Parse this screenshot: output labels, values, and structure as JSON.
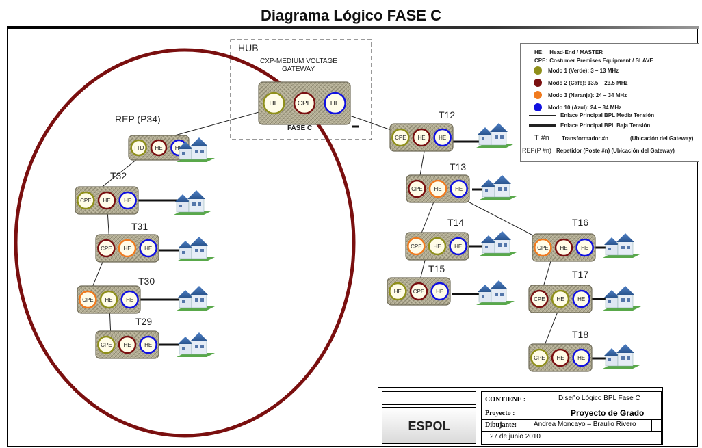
{
  "title": "Diagrama Lógico FASE C",
  "hub": {
    "label": "HUB",
    "device_caption_line1": "CXP-MEDIUM VOLTAGE",
    "device_caption_line2": "GATEWAY",
    "phase_label": "FASE C"
  },
  "nodes": {
    "hub": [
      "HE",
      "CPE",
      "HE"
    ],
    "rep": {
      "label": "REP (P34)",
      "ports": [
        "TTD",
        "HE",
        "HE"
      ]
    },
    "t32": {
      "label": "T32",
      "ports": [
        "CPE",
        "HE",
        "HE"
      ]
    },
    "t31": {
      "label": "T31",
      "ports": [
        "CPE",
        "HE",
        "HE"
      ]
    },
    "t30": {
      "label": "T30",
      "ports": [
        "CPE",
        "HE",
        "HE"
      ]
    },
    "t29": {
      "label": "T29",
      "ports": [
        "CPE",
        "HE",
        "HE"
      ]
    },
    "t12": {
      "label": "T12",
      "ports": [
        "CPE",
        "HE",
        "HE"
      ]
    },
    "t13": {
      "label": "T13",
      "ports": [
        "CPE",
        "HE",
        "HE"
      ]
    },
    "t14": {
      "label": "T14",
      "ports": [
        "CPE",
        "HE",
        "HE"
      ]
    },
    "t15": {
      "label": "T15",
      "ports": [
        "HE",
        "CPE",
        "HE"
      ]
    },
    "t16": {
      "label": "T16",
      "ports": [
        "CPE",
        "HE",
        "HE"
      ]
    },
    "t17": {
      "label": "T17",
      "ports": [
        "CPE",
        "HE",
        "HE"
      ]
    },
    "t18": {
      "label": "T18",
      "ports": [
        "CPE",
        "HE",
        "HE"
      ]
    }
  },
  "legend": {
    "he_key": "HE:",
    "he_text": "Head-End / MASTER",
    "cpe_key": "CPE:",
    "cpe_text": "Costumer Premises Equipment /  SLAVE",
    "modes": [
      {
        "text": "Modo 1 (Verde): 3 – 13 MHz",
        "color": "#8f8f1a"
      },
      {
        "text": "Modo 2 (Café): 13.5 – 23.5 MHz",
        "color": "#7a1010"
      },
      {
        "text": "Modo 3 (Naranja): 24 – 34 MHz",
        "color": "#f07a1e"
      },
      {
        "text": "Modo 10 (Azul): 24 – 34 MHz",
        "color": "#1010e0"
      }
    ],
    "line_mv": "Enlace Principal BPL Media Tensión",
    "line_lv": "Enlace Principal BPL Baja Tensión",
    "t_key": "T #n",
    "t_text": "Transformador #n",
    "t_loc": "(Ubicación del Gateway)",
    "rep_key": "REP(P #n)",
    "rep_text": "Repetidor (Poste #n) (Ubicación del Gateway)"
  },
  "title_block": {
    "contiene_label": "CONTIENE  :",
    "contiene_value": "Diseño Lógico BPL Fase C",
    "proyecto_label": "Proyecto :",
    "proyecto_value": "Proyecto de Grado",
    "dibujante_label": "Dibujante:",
    "dibujante_value": "Andrea Moncayo – Braulio Rivero",
    "date": "27 de junio 2010",
    "logo": "ESPOL"
  },
  "colors": {
    "he_mode1": "#8f8f1a",
    "cpe_mode2": "#7a1010",
    "mode3": "#f07a1e",
    "mode10": "#1010e0",
    "circle": "#7a0f0f"
  }
}
